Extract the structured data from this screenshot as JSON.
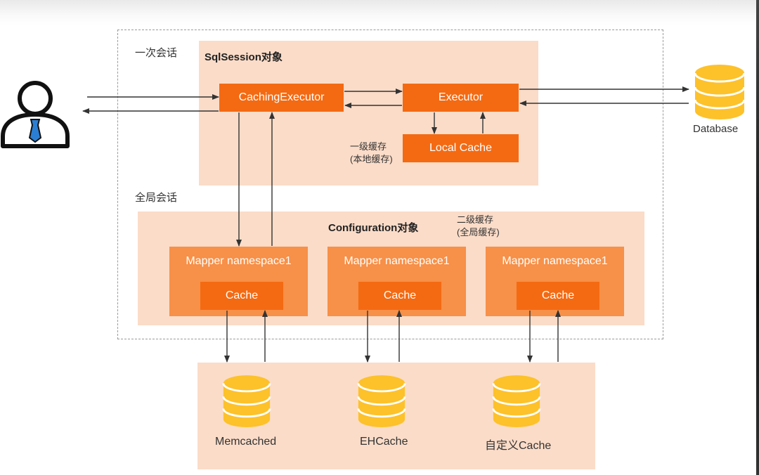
{
  "labels": {
    "session_scope": "一次会话",
    "global_scope": "全局会话",
    "sqlsession_title": "SqlSession对象",
    "configuration_title": "Configuration对象",
    "l1_cache_line1": "一级缓存",
    "l1_cache_line2": "(本地缓存)",
    "l2_cache_line1": "二级缓存",
    "l2_cache_line2": "(全局缓存)"
  },
  "nodes": {
    "caching_executor": "CachingExecutor",
    "executor": "Executor",
    "local_cache": "Local Cache",
    "database": "Database",
    "mappers": [
      {
        "label": "Mapper namespace1",
        "cache": "Cache"
      },
      {
        "label": "Mapper namespace1",
        "cache": "Cache"
      },
      {
        "label": "Mapper namespace1",
        "cache": "Cache"
      }
    ],
    "external_caches": [
      "Memcached",
      "EHCache",
      "自定义Cache"
    ]
  },
  "colors": {
    "panel": "#fbdcc8",
    "box_dark": "#f46a12",
    "box_mid": "#f79048",
    "db_yellow": "#fdc12a",
    "line": "#333333"
  },
  "icons": {
    "user": "user-icon",
    "database": "database-icon"
  }
}
